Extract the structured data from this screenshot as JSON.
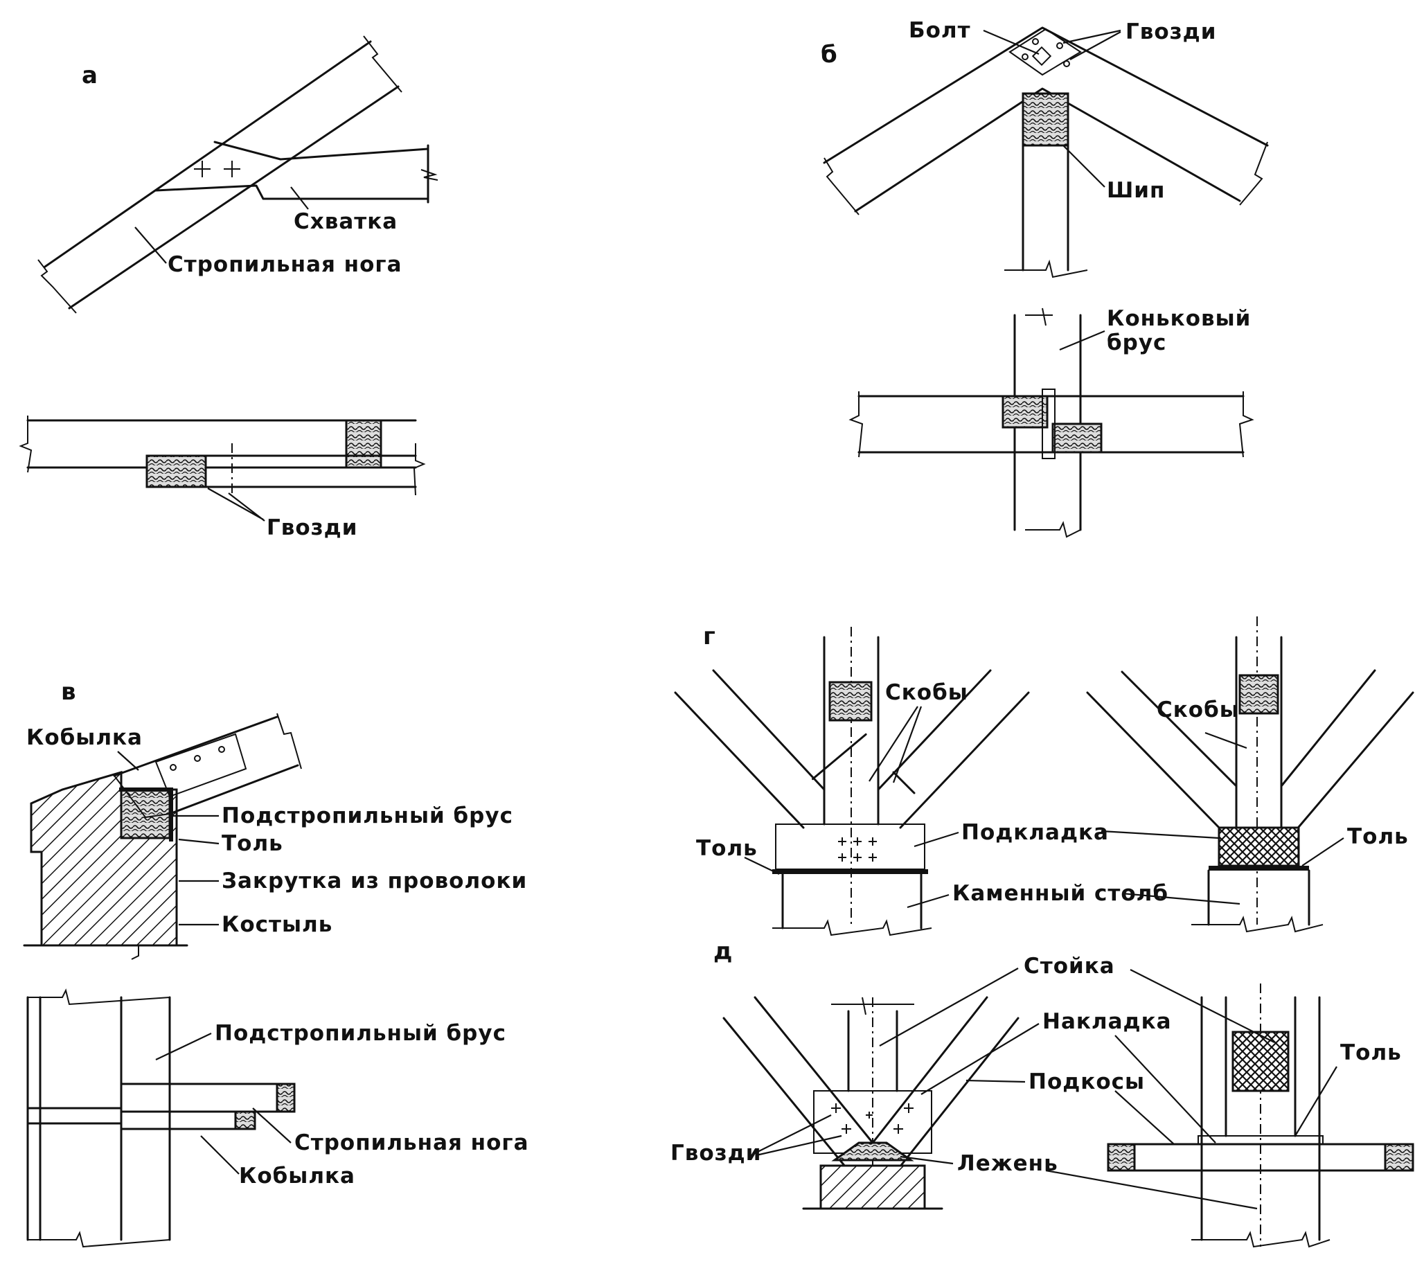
{
  "panels": {
    "a": {
      "letter": "а",
      "labels": {
        "skhvatka": "Схватка",
        "stropilnaya_noga": "Стропильная нога",
        "gvozdi": "Гвозди"
      }
    },
    "b": {
      "letter": "б",
      "labels": {
        "bolt": "Болт",
        "gvozdi": "Гвозди",
        "ship": "Шип",
        "konkovy_line1": "Коньковый",
        "konkovy_line2": "брус"
      }
    },
    "v": {
      "letter": "в",
      "labels": {
        "kobylka": "Кобылка",
        "podstropilny_brus": "Подстропильный брус",
        "tol": "Толь",
        "zakrutka": "Закрутка из проволоки",
        "kostyl": "Костыль",
        "podstropilny_brus_2": "Подстропильный брус",
        "stropilnaya_noga": "Стропильная нога",
        "kobylka_2": "Кобылка"
      }
    },
    "g": {
      "letter": "г",
      "labels": {
        "skoby_left": "Скобы",
        "skoby_right": "Скобы",
        "tol_left": "Толь",
        "podkladka": "Подкладка",
        "tol_right": "Толь",
        "kamenny_stolb": "Каменный столб"
      }
    },
    "d": {
      "letter": "д",
      "labels": {
        "stoyka": "Стойка",
        "nakladka": "Накладка",
        "tol": "Толь",
        "podkosy": "Подкосы",
        "gvozdi": "Гвозди",
        "lezhen": "Лежень"
      }
    }
  }
}
